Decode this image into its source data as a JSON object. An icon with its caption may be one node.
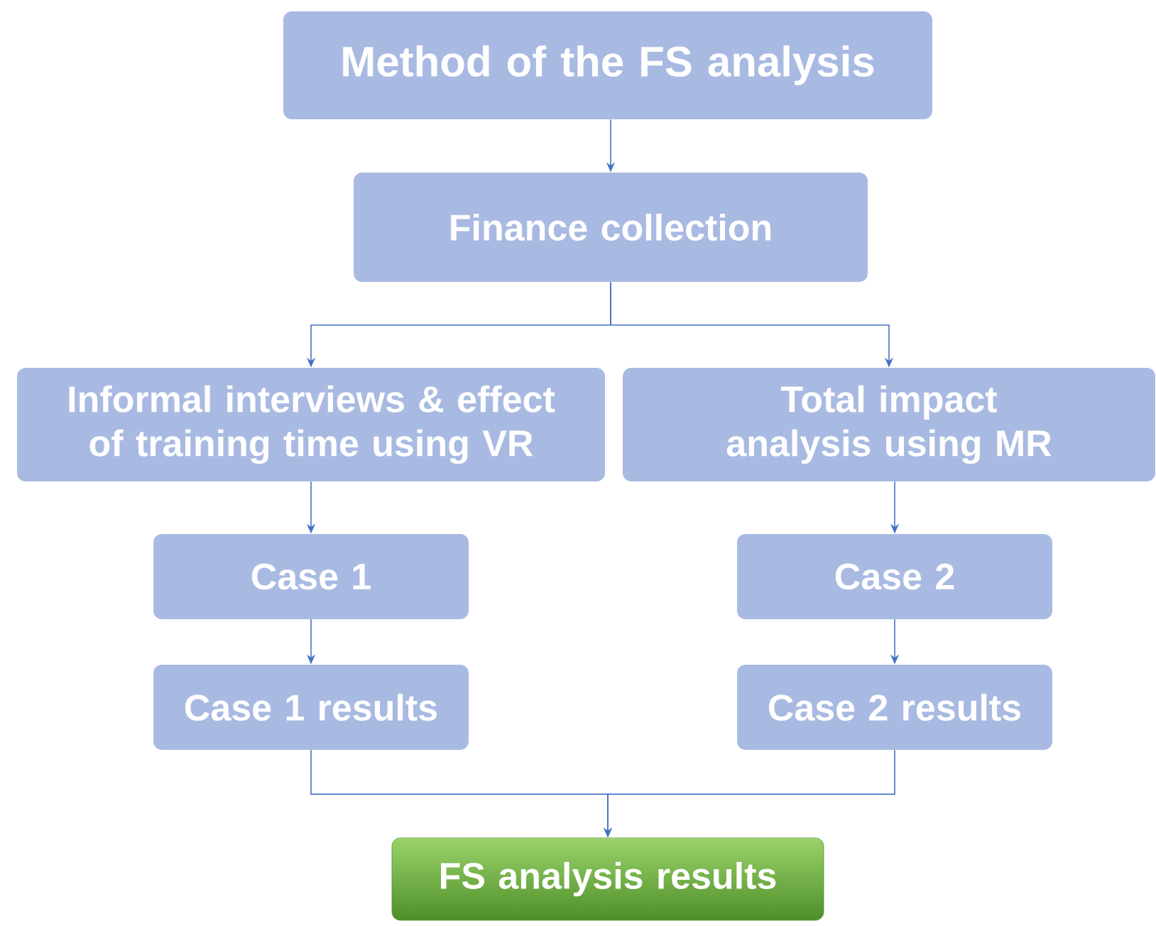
{
  "diagram": {
    "nodes": [
      {
        "text": [
          "Method of the FS analysis"
        ]
      },
      {
        "text": [
          "Finance collection"
        ]
      },
      {
        "text": [
          "Informal interviews & effect of training time using VR"
        ]
      },
      {
        "text": [
          "Total impact analysis using MR"
        ]
      },
      {
        "text": [
          "Case 1"
        ]
      },
      {
        "text": [
          "Case 2"
        ]
      },
      {
        "text": [
          "Case 1 results"
        ]
      },
      {
        "text": [
          "Case 2 results"
        ]
      },
      {
        "text": [
          "FS analysis results"
        ]
      }
    ],
    "edges": [
      {
        "from": 0,
        "to": 1,
        "arrow": "to"
      },
      {
        "from": 1,
        "to": 2,
        "arrow": "to"
      },
      {
        "from": 1,
        "to": 3,
        "arrow": "to"
      },
      {
        "from": 2,
        "to": 4,
        "arrow": "to"
      },
      {
        "from": 4,
        "to": 6,
        "arrow": "to"
      },
      {
        "from": 3,
        "to": 5,
        "arrow": "to"
      },
      {
        "from": 5,
        "to": 7,
        "arrow": "to"
      },
      {
        "from": 6,
        "to": 8,
        "arrow": "to"
      },
      {
        "from": 7,
        "to": 8,
        "arrow": "to"
      }
    ]
  }
}
